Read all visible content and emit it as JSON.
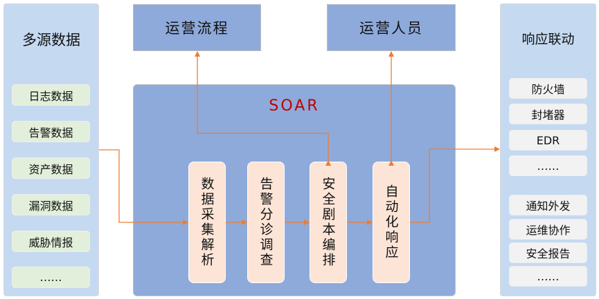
{
  "left": {
    "title": "多源数据",
    "items": [
      "日志数据",
      "告警数据",
      "资产数据",
      "漏洞数据",
      "威胁情报",
      "……"
    ]
  },
  "top": {
    "process": "运营流程",
    "people": "运营人员"
  },
  "soar": {
    "title": "SOAR",
    "steps": [
      "数据采集解析",
      "告警分诊调查",
      "安全剧本编排",
      "自动化响应"
    ]
  },
  "right": {
    "title": "响应联动",
    "items": [
      "防火墙",
      "封堵器",
      "EDR",
      "……",
      "通知外发",
      "运维协作",
      "安全报告",
      "……"
    ]
  },
  "colors": {
    "arrow": "#ed7d31",
    "soar_title": "#c00000"
  }
}
